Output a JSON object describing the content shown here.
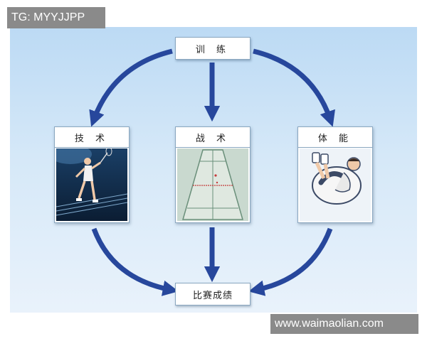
{
  "watermark_top": "TG: MYYJJPP",
  "watermark_bottom": "www.waimaolian.com",
  "diagram": {
    "top_node": "训 练",
    "cards": [
      {
        "id": "technique",
        "label": "技 术",
        "image": "badminton-player-image"
      },
      {
        "id": "tactics",
        "label": "战 术",
        "image": "badminton-court-image"
      },
      {
        "id": "fitness",
        "label": "体 能",
        "image": "situp-exercise-image"
      }
    ],
    "bottom_node": "比赛成绩"
  },
  "colors": {
    "arrow": "#27479c",
    "background_top": "#bcdaf4",
    "background_bottom": "#e9f2fb",
    "watermark_bg": "#8a8a8a"
  }
}
